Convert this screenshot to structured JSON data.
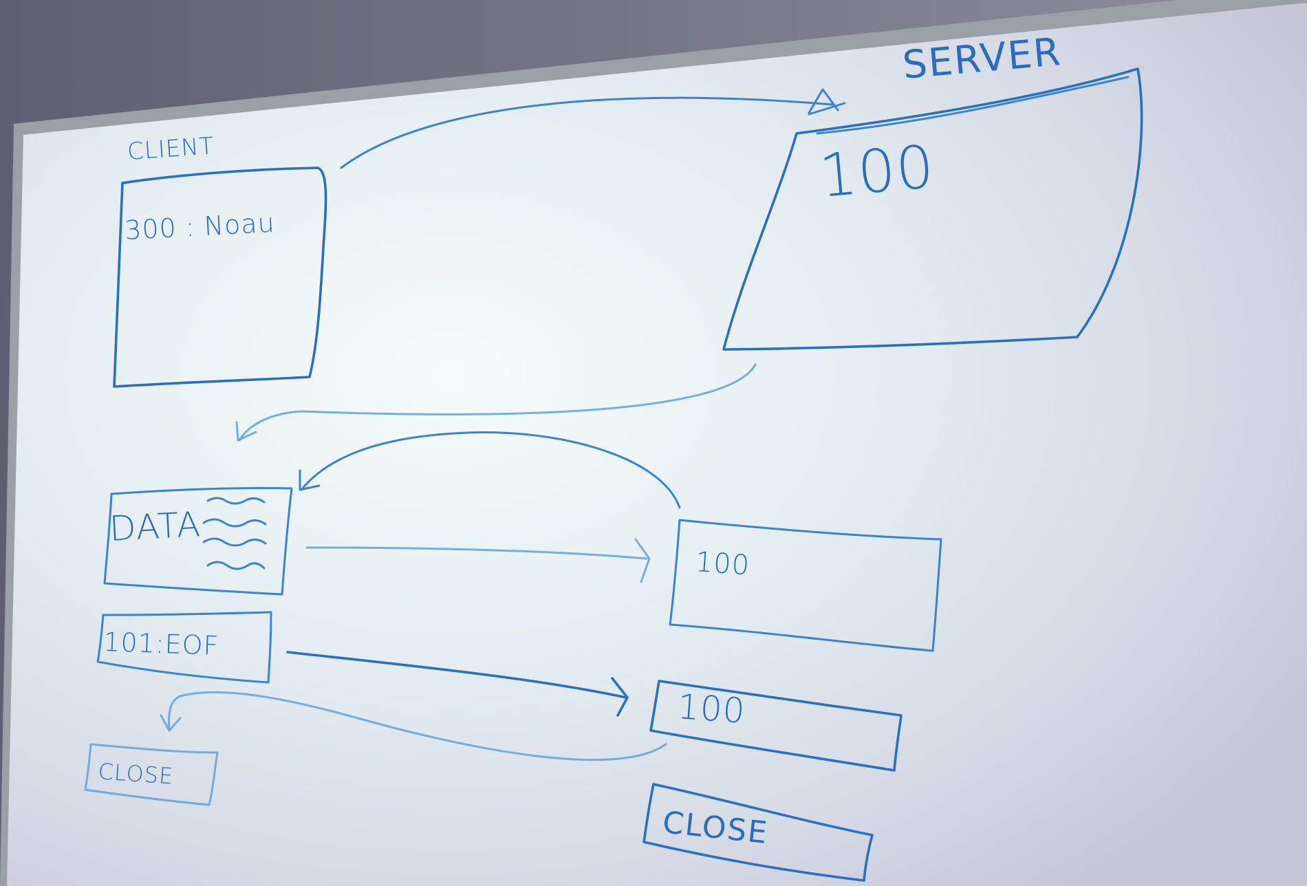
{
  "labels": {
    "client": "CLIENT",
    "server": "SERVER"
  },
  "client_box": {
    "text": "300 : Noau"
  },
  "server_box": {
    "text": "100"
  },
  "sequence": {
    "data": "DATA",
    "eof": "101:EOF",
    "client_close": "CLOSE",
    "response_1": "100",
    "response_2": "100",
    "server_close": "CLOSE"
  },
  "colors": {
    "ink": "#2a6fc0",
    "board": "#eef4f7",
    "frame": "#9aa0a8"
  }
}
